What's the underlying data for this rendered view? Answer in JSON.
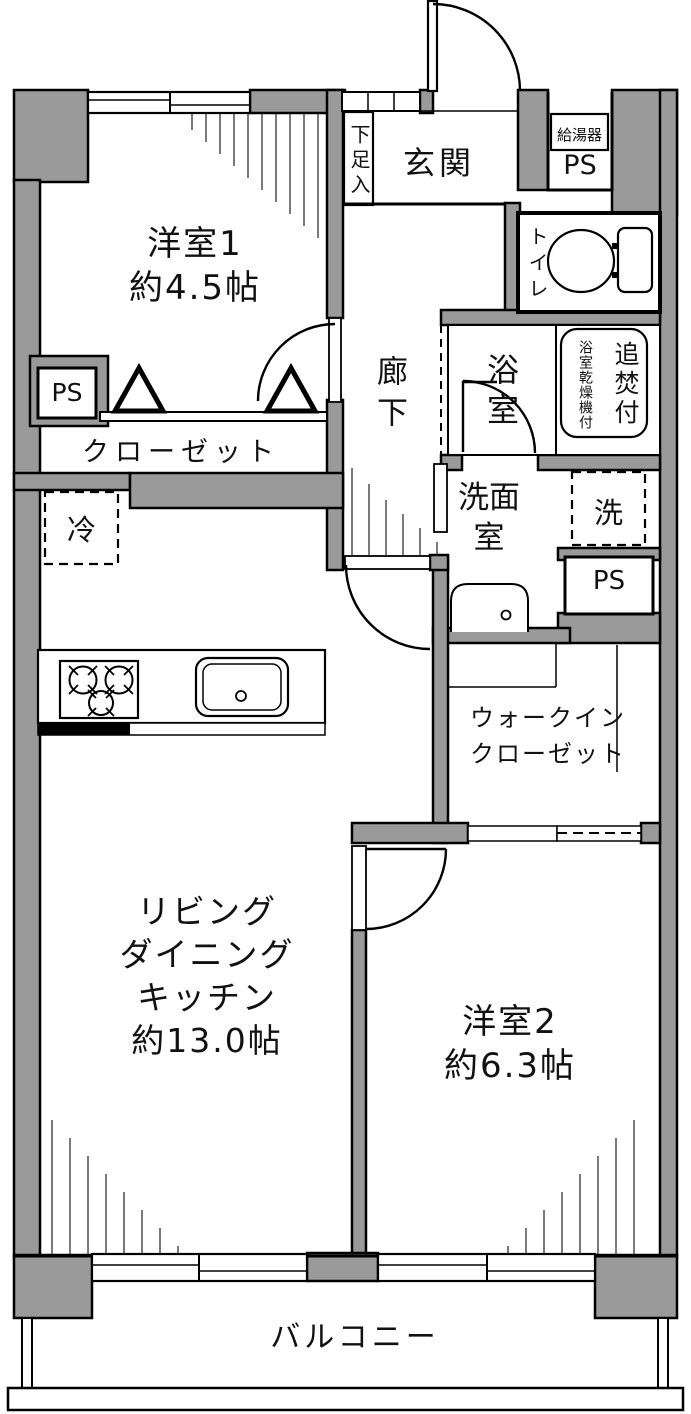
{
  "plan": {
    "rooms": {
      "bedroom1": {
        "name": "洋室1",
        "size": "約4.5帖"
      },
      "entrance": {
        "name": "玄関"
      },
      "shoe_cabinet": {
        "name": "下足入"
      },
      "water_heater": {
        "name": "給湯器"
      },
      "ps_entrance": {
        "name": "PS"
      },
      "toilet": {
        "name": "トイレ"
      },
      "hallway": {
        "name": "廊下"
      },
      "bathroom": {
        "name": "浴室"
      },
      "bathroom_note_small": "浴室乾燥機付",
      "bathroom_note_large": "追焚付",
      "washroom": {
        "line1": "洗面",
        "line2": "室"
      },
      "washing_machine": {
        "name": "洗"
      },
      "ps_washroom": {
        "name": "PS"
      },
      "ps_bedroom1": {
        "name": "PS"
      },
      "closet": {
        "name": "クローゼット"
      },
      "refrigerator": {
        "name": "冷"
      },
      "walkin_closet": {
        "line1": "ウォークイン",
        "line2": "クローゼット"
      },
      "ldk": {
        "line1": "リビング",
        "line2": "ダイニング",
        "line3": "キッチン",
        "size": "約13.0帖"
      },
      "bedroom2": {
        "name": "洋室2",
        "size": "約6.3帖"
      },
      "balcony": {
        "name": "バルコニー"
      }
    },
    "colors": {
      "wall": "#9a9a9a",
      "line": "#000000",
      "background": "#ffffff"
    }
  }
}
